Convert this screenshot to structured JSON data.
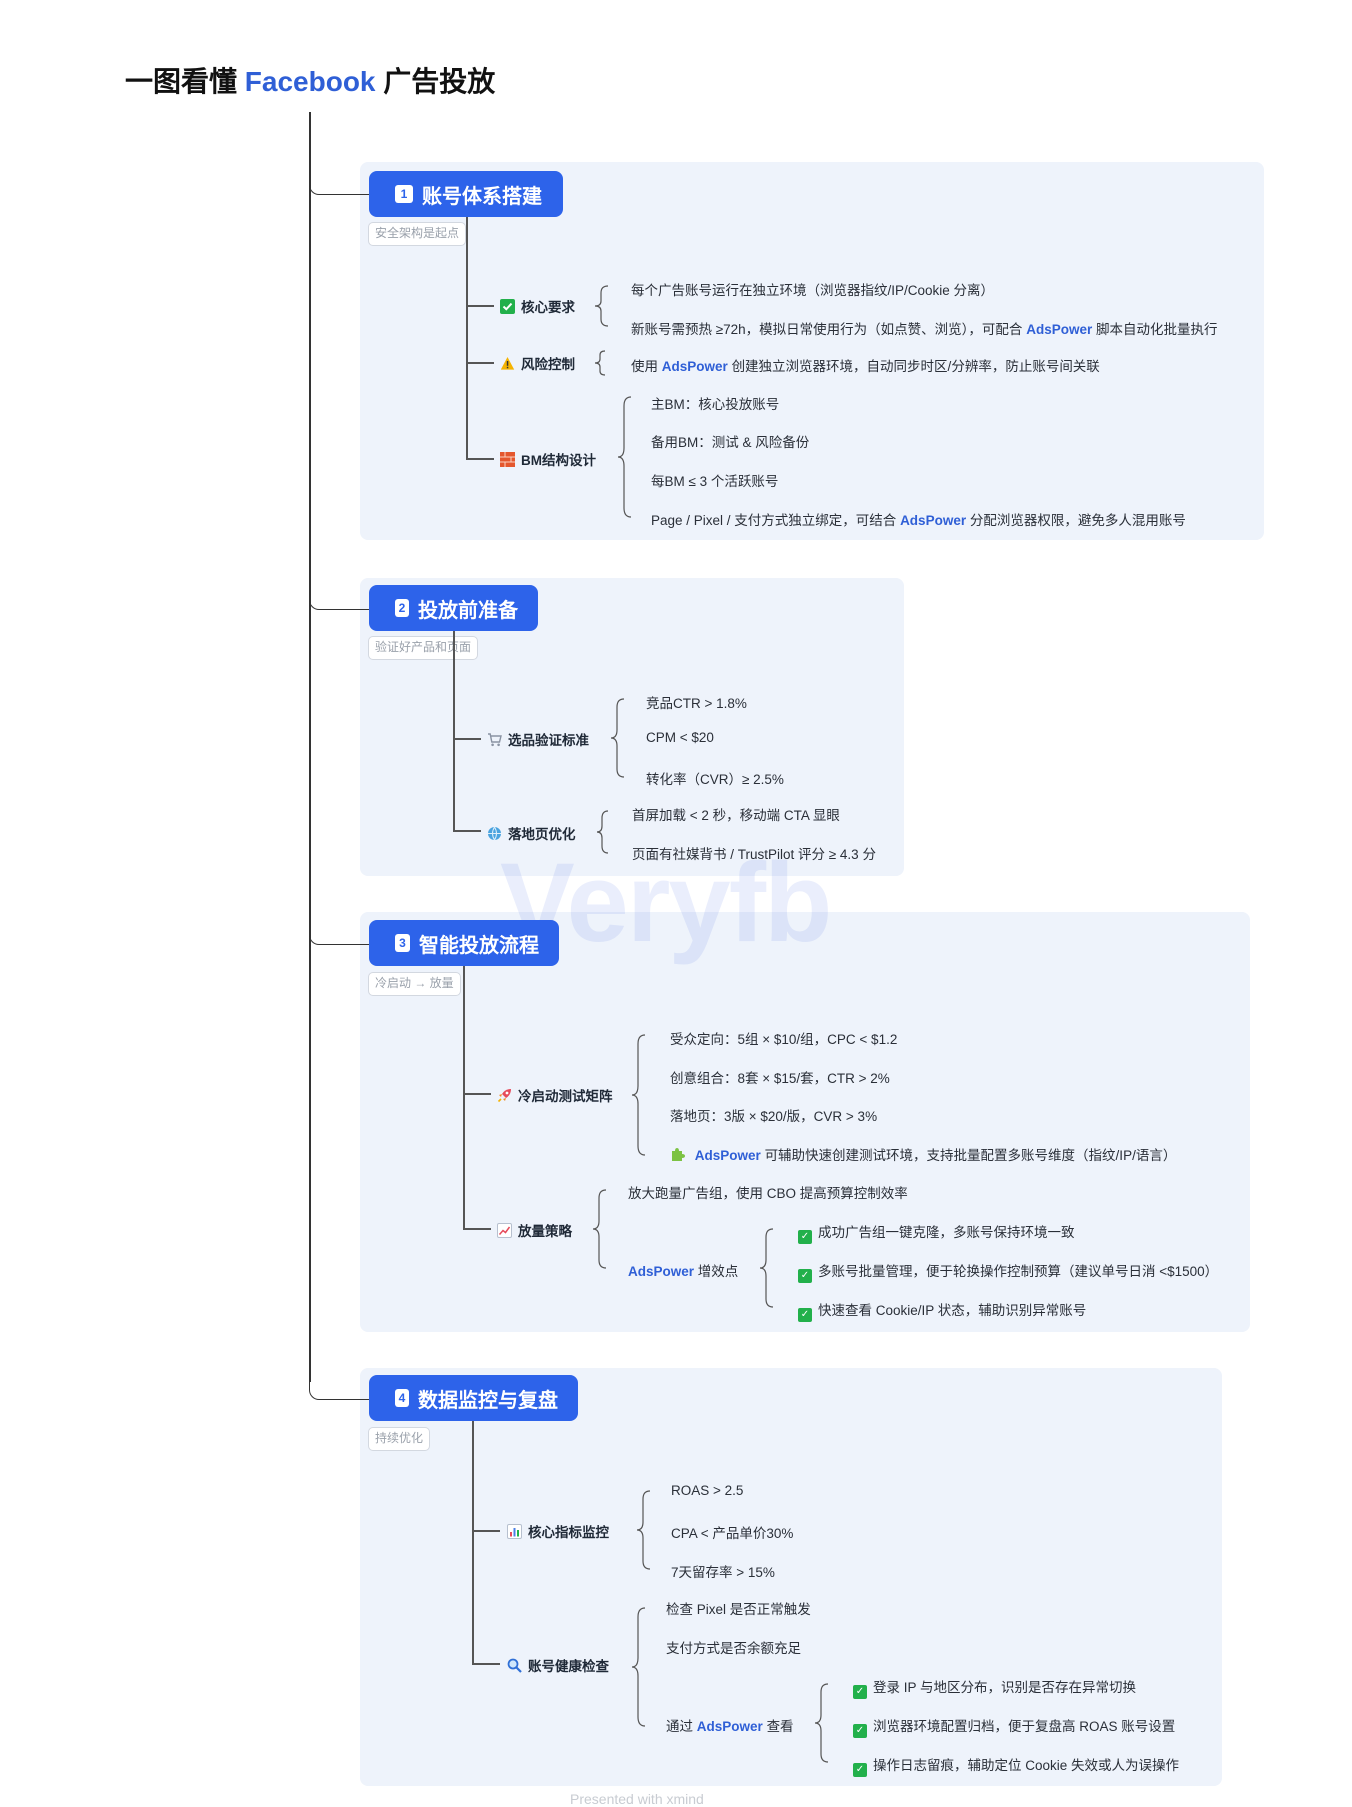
{
  "title": {
    "prefix": "一图看懂",
    "brand": "Facebook",
    "suffix": "广告投放"
  },
  "watermark": "Veryfb",
  "footer": "Presented with xmind",
  "colors": {
    "section_button": "#2d63ea",
    "brand_keyword": "#2f5fd6",
    "panel_bg": "#eef3fb",
    "check_green": "#22b04b"
  },
  "sections": [
    {
      "num": "1",
      "title": "账号体系搭建",
      "tag": "安全架构是起点",
      "subs": [
        {
          "icon": "check-icon",
          "label": "核心要求",
          "leaves": [
            {
              "text": "每个广告账号运行在独立环境（浏览器指纹/IP/Cookie 分离）"
            },
            {
              "pre": "新账号需预热 ≥72h，模拟日常使用行为（如点赞、浏览），可配合",
              "kw": "AdsPower",
              "post": "脚本自动化批量执行"
            }
          ]
        },
        {
          "icon": "warning-icon",
          "label": "风险控制",
          "leaves": [
            {
              "pre": "使用",
              "kw": "AdsPower",
              "post": "创建独立浏览器环境，自动同步时区/分辨率，防止账号间关联"
            }
          ]
        },
        {
          "icon": "brick-icon",
          "label": "BM结构设计",
          "leaves": [
            {
              "text": "主BM：核心投放账号"
            },
            {
              "text": "备用BM：测试 & 风险备份"
            },
            {
              "text": "每BM ≤ 3 个活跃账号"
            },
            {
              "pre": "Page / Pixel / 支付方式独立绑定，可结合",
              "kw": "AdsPower",
              "post": "分配浏览器权限，避免多人混用账号"
            }
          ]
        }
      ]
    },
    {
      "num": "2",
      "title": "投放前准备",
      "tag": "验证好产品和页面",
      "subs": [
        {
          "icon": "cart-icon",
          "label": "选品验证标准",
          "leaves": [
            {
              "text": "竞品CTR > 1.8%"
            },
            {
              "text": "CPM < $20"
            },
            {
              "text": "转化率（CVR）≥ 2.5%"
            }
          ]
        },
        {
          "icon": "globe-icon",
          "label": "落地页优化",
          "leaves": [
            {
              "text": "首屏加载 < 2 秒，移动端 CTA 显眼"
            },
            {
              "text": "页面有社媒背书 / TrustPilot 评分 ≥ 4.3 分"
            }
          ]
        }
      ]
    },
    {
      "num": "3",
      "title": "智能投放流程",
      "tag": "冷启动 → 放量",
      "subs": [
        {
          "icon": "rocket-icon",
          "label": "冷启动测试矩阵",
          "leaves": [
            {
              "text": "受众定向：5组 × $10/组，CPC < $1.2"
            },
            {
              "text": "创意组合：8套 × $15/套，CTR > 2%"
            },
            {
              "text": "落地页：3版 × $20/版，CVR > 3%"
            },
            {
              "icon": "puzzle-icon",
              "kw": "AdsPower",
              "post": "可辅助快速创建测试环境，支持批量配置多账号维度（指纹/IP/语言）"
            }
          ]
        },
        {
          "icon": "chart-up-icon",
          "label": "放量策略",
          "leaves": [
            {
              "text": "放大跑量广告组，使用 CBO 提高预算控制效率"
            },
            {
              "kw": "AdsPower",
              "post": "增效点",
              "children": [
                "成功广告组一键克隆，多账号保持环境一致",
                "多账号批量管理，便于轮换操作控制预算（建议单号日消 <$1500）",
                "快速查看 Cookie/IP 状态，辅助识别异常账号"
              ]
            }
          ]
        }
      ]
    },
    {
      "num": "4",
      "title": "数据监控与复盘",
      "tag": "持续优化",
      "subs": [
        {
          "icon": "bar-chart-icon",
          "label": "核心指标监控",
          "leaves": [
            {
              "text": "ROAS > 2.5"
            },
            {
              "text": "CPA < 产品单价30%"
            },
            {
              "text": "7天留存率 > 15%"
            }
          ]
        },
        {
          "icon": "magnifier-icon",
          "label": "账号健康检查",
          "leaves": [
            {
              "text": "检查 Pixel 是否正常触发"
            },
            {
              "text": "支付方式是否余额充足"
            },
            {
              "pre": "通过",
              "kw": "AdsPower",
              "post": "查看",
              "children": [
                "登录 IP 与地区分布，识别是否存在异常切换",
                "浏览器环境配置归档，便于复盘高 ROAS 账号设置",
                "操作日志留痕，辅助定位 Cookie 失效或人为误操作"
              ]
            }
          ]
        }
      ]
    }
  ]
}
